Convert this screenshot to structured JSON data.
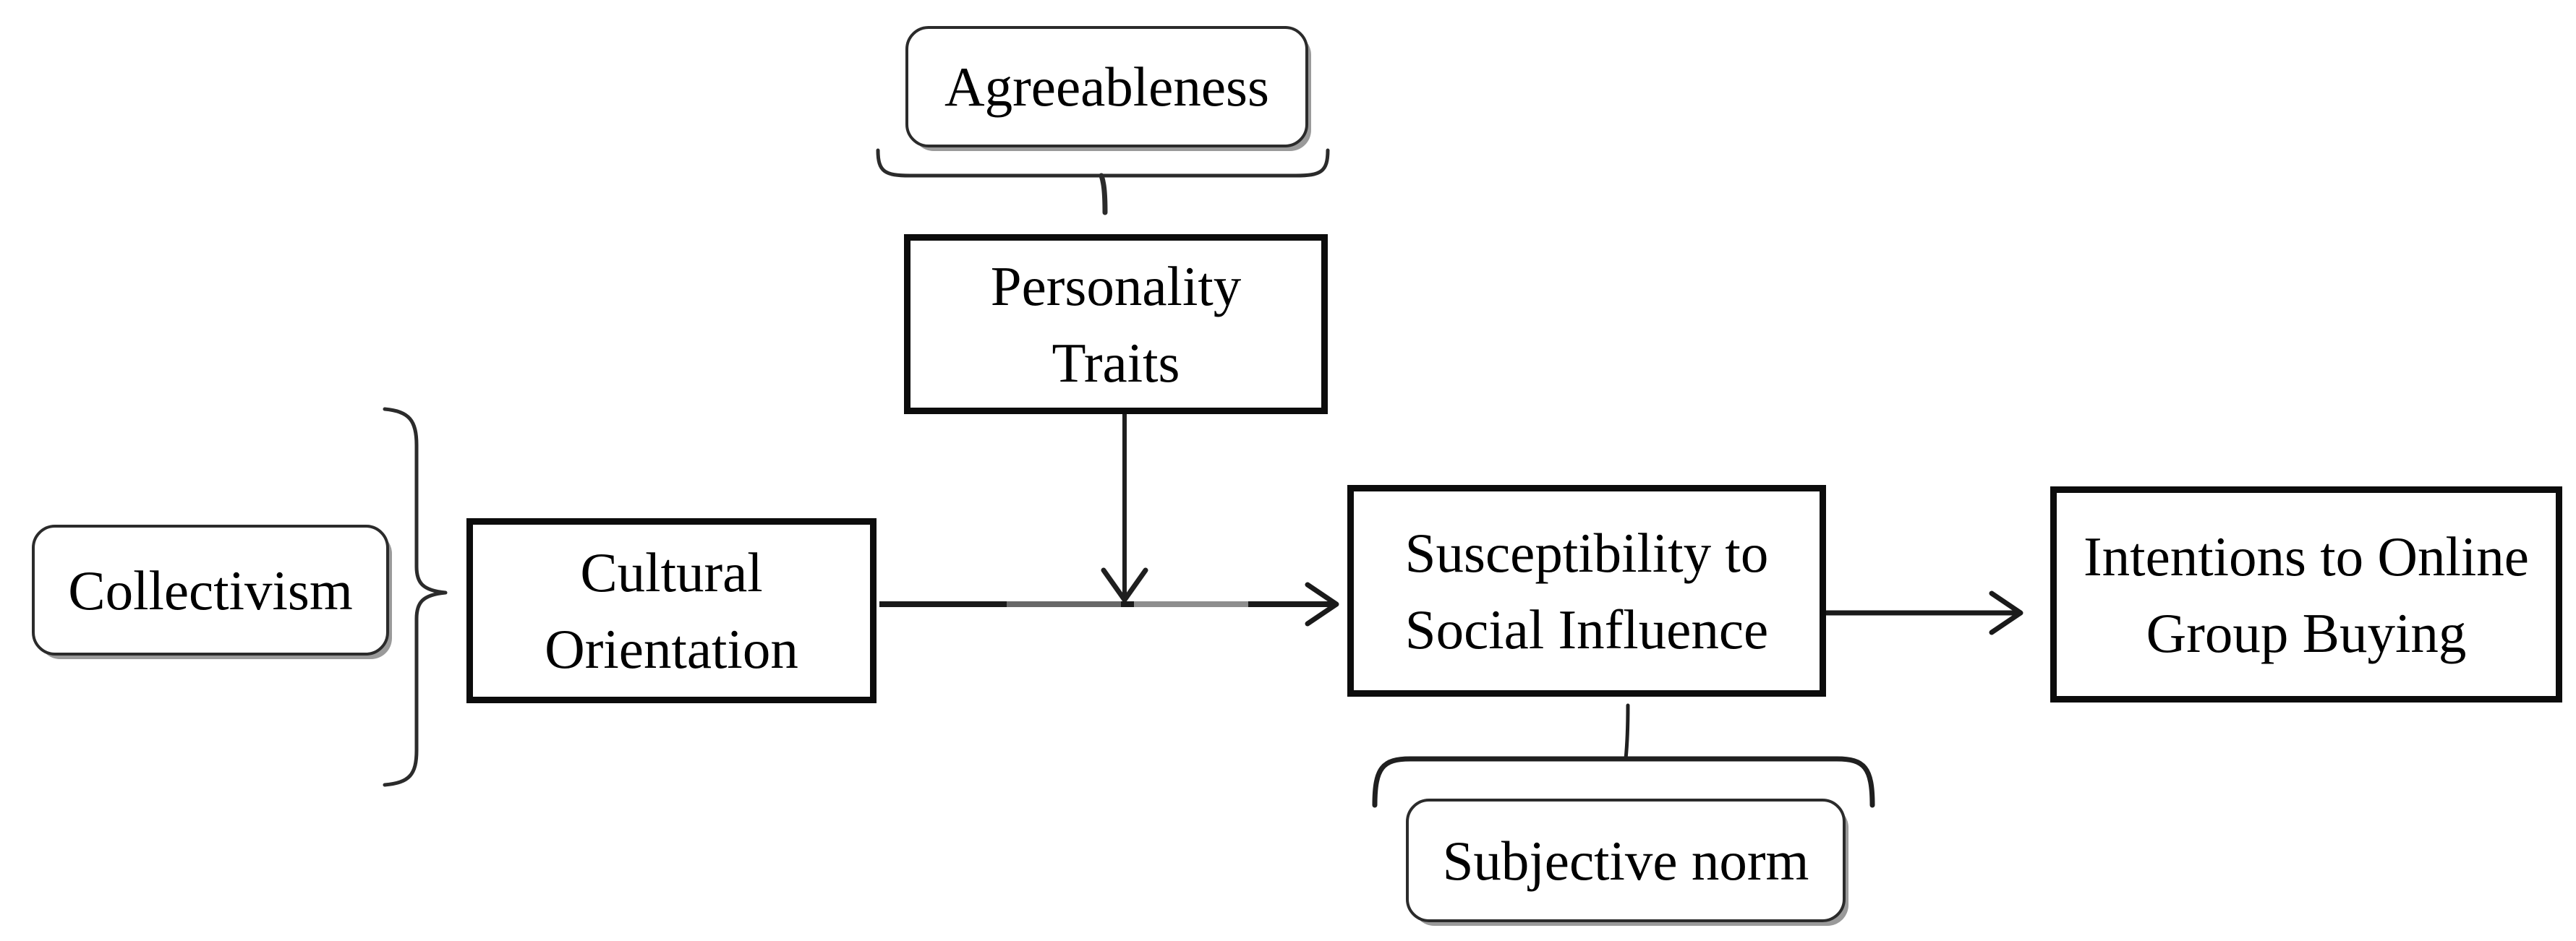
{
  "figure": {
    "kind": "conceptual-model-diagram",
    "background": "#ffffff"
  },
  "colors": {
    "ink": "#1f1f1f",
    "box_border": "#0c0c0c",
    "rounded_border": "#2b2b2b",
    "shadow": "#9a9a9a",
    "connector_gray_dark": "#686868",
    "connector_gray_light": "#8e8e8e"
  },
  "nodes": {
    "agreeableness": {
      "label": "Agreeableness",
      "shape": "rounded-indicator"
    },
    "personality_traits": {
      "lines": [
        "Personality",
        "Traits"
      ],
      "shape": "rect-construct"
    },
    "collectivism": {
      "label": "Collectivism",
      "shape": "rounded-indicator"
    },
    "cultural_orientation": {
      "lines": [
        "Cultural",
        "Orientation"
      ],
      "shape": "rect-construct"
    },
    "susceptibility": {
      "lines": [
        "Susceptibility to",
        "Social Influence"
      ],
      "shape": "rect-construct"
    },
    "intentions": {
      "lines": [
        "Intentions to Online",
        "Group Buying"
      ],
      "shape": "rect-construct"
    },
    "subjective_norm": {
      "label": "Subjective norm",
      "shape": "rounded-indicator"
    }
  },
  "edges": [
    {
      "from": "agreeableness",
      "to": "personality_traits",
      "type": "brace",
      "direction": "down"
    },
    {
      "from": "collectivism",
      "to": "cultural_orientation",
      "type": "brace",
      "direction": "right"
    },
    {
      "from": "subjective_norm",
      "to": "susceptibility",
      "type": "brace",
      "direction": "up"
    },
    {
      "from": "personality_traits",
      "to": "cultural_orientation->susceptibility",
      "type": "arrow",
      "note": "moderating arrow onto path midpoint"
    },
    {
      "from": "cultural_orientation",
      "to": "susceptibility",
      "type": "arrow"
    },
    {
      "from": "susceptibility",
      "to": "intentions",
      "type": "arrow"
    }
  ]
}
